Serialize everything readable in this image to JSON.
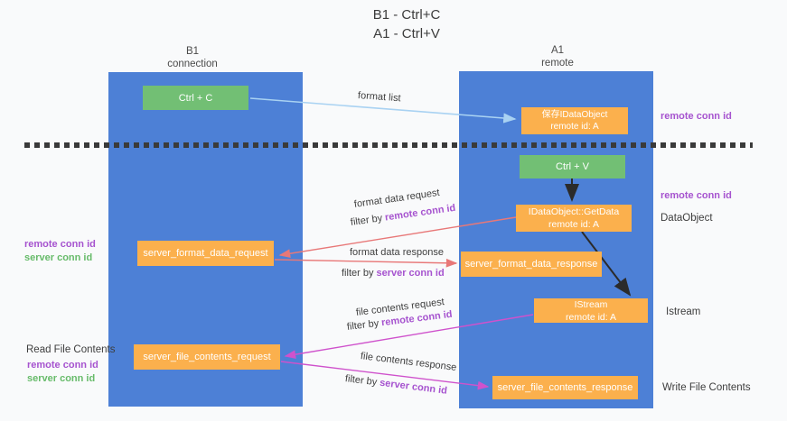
{
  "title": {
    "line1": "B1 - Ctrl+C",
    "line2": "A1 - Ctrl+V"
  },
  "lanes": {
    "left": {
      "name": "B1",
      "subtitle": "connection"
    },
    "right": {
      "name": "A1",
      "subtitle": "remote"
    }
  },
  "nodes": {
    "ctrl_c": {
      "label": "Ctrl + C"
    },
    "save_idataobject": {
      "line1": "保存IDataObject",
      "line2": "remote id: A"
    },
    "ctrl_v": {
      "label": "Ctrl + V"
    },
    "getdata": {
      "line1": "IDataObject::GetData",
      "line2": "remote id: A"
    },
    "format_request": {
      "label": "server_format_data_request"
    },
    "format_response": {
      "label": "server_format_data_response"
    },
    "istream": {
      "line1": "IStream",
      "line2": "remote id: A"
    },
    "file_request": {
      "label": "server_file_contents_request"
    },
    "file_response": {
      "label": "server_file_contents_response"
    }
  },
  "annotations": {
    "remote_conn_top": "remote conn id",
    "remote_conn_mid": "remote conn id",
    "dataobject": "DataObject",
    "istream": "Istream",
    "write_file": "Write File Contents",
    "read_file": "Read File Contents",
    "pair1_remote": "remote conn id",
    "pair1_server": "server conn id",
    "pair2_remote": "remote conn id",
    "pair2_server": "server conn id"
  },
  "edges": {
    "format_list": {
      "label": "format list"
    },
    "format_request": {
      "label": "format data request",
      "filter": "filter by",
      "id": "remote conn id"
    },
    "format_response": {
      "label": "format data response",
      "filter": "filter by",
      "id": "server conn id"
    },
    "file_request": {
      "label": "file contents request",
      "filter": "filter by",
      "id": "remote conn id"
    },
    "file_response": {
      "label": "file contents response",
      "filter": "filter by",
      "id": "server conn id"
    }
  },
  "colors": {
    "lane_blue": "#4d80d6",
    "box_green": "#72bf74",
    "box_orange": "#fbb04d",
    "arrow_blue": "#a9d2f2",
    "arrow_red": "#e87878",
    "arrow_magenta": "#cf52cc",
    "arrow_black": "#2b2b2b",
    "text_purple": "#a653cf",
    "text_green": "#67bb6a",
    "background": "#f9fafb"
  }
}
